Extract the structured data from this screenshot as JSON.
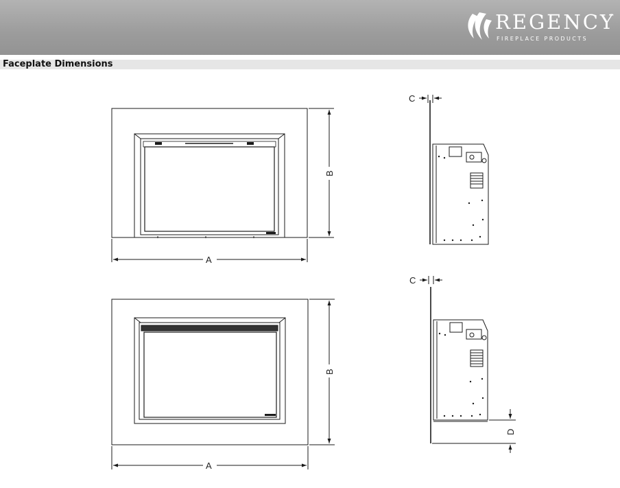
{
  "header": {
    "brand": "REGENCY",
    "tagline": "FIREPLACE PRODUCTS",
    "trademark": "™",
    "logo_icon": "flame-logo-icon"
  },
  "section": {
    "title": "Faceplate Dimensions"
  },
  "dimensions": {
    "width_label": "A",
    "height_label": "B",
    "depth_label": "C",
    "bottom_label": "D"
  },
  "colors": {
    "header_bg": "#9c9c9c",
    "section_bar": "#e6e6e6",
    "line": "#1a1a1a"
  }
}
